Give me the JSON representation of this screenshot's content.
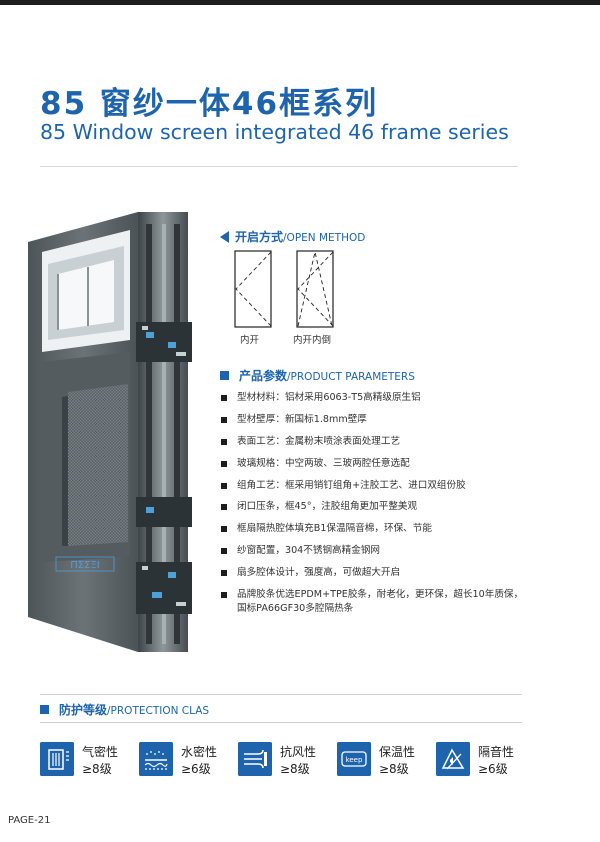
{
  "title": {
    "cn": "85  窗纱一体46框系列",
    "en": "85  Window screen integrated 46 frame series"
  },
  "product_logo": "ΠΣΣΞΙ",
  "open_method": {
    "heading_cn": "开启方式",
    "heading_en": "/OPEN METHOD",
    "items": [
      {
        "label": "内开",
        "icon": "inward-opening-window-icon"
      },
      {
        "label": "内开内倒",
        "icon": "tilt-and-turn-window-icon"
      }
    ]
  },
  "product_parameters": {
    "heading_cn": "产品参数",
    "heading_en": "/PRODUCT PARAMETERS",
    "items": [
      {
        "line1": "型材材料：铝材采用6063-T5高精级原生铝",
        "line2": ""
      },
      {
        "line1": "型材壁厚：新国标1.8mm壁厚",
        "line2": ""
      },
      {
        "line1": "表面工艺：金属粉末喷涂表面处理工艺",
        "line2": ""
      },
      {
        "line1": "玻璃规格：中空两玻、三玻两腔任意选配",
        "line2": ""
      },
      {
        "line1": "组角工艺：框采用销钉组角+注胶工艺、进口双组份胶",
        "line2": ""
      },
      {
        "line1": "闭口压条，框45°，注胶组角更加平整美观",
        "line2": ""
      },
      {
        "line1": "框扇隔热腔体填充B1保温隔音棉，环保、节能",
        "line2": ""
      },
      {
        "line1": "纱窗配置，304不锈钢高精金钢网",
        "line2": ""
      },
      {
        "line1": "扇多腔体设计，强度高，可做超大开启",
        "line2": ""
      },
      {
        "line1": "品牌胶条优选EPDM+TPE胶条，耐老化，更环保，超长10年质保，",
        "line2": "国标PA66GF30多腔隔热条"
      }
    ]
  },
  "protection": {
    "heading_cn": "防护等级",
    "heading_en": "/PROTECTION CLAS",
    "items": [
      {
        "name": "气密性",
        "level": "≥8级",
        "icon": "air-tightness-icon"
      },
      {
        "name": "水密性",
        "level": "≥6级",
        "icon": "water-tightness-icon"
      },
      {
        "name": "抗风性",
        "level": "≥8级",
        "icon": "wind-resistance-icon"
      },
      {
        "name": "保温性",
        "level": "≥8级",
        "icon": "heat-insulation-keep-icon",
        "icon_text": "keep"
      },
      {
        "name": "隔音性",
        "level": "≥6级",
        "icon": "sound-insulation-icon"
      }
    ]
  },
  "page": "PAGE-21",
  "colors": {
    "brand_blue": "#1d64ad",
    "frame_grey": "#5a6266",
    "dark": "#1e1e1e"
  }
}
